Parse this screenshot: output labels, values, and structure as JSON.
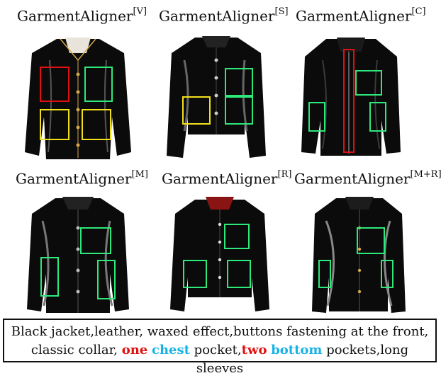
{
  "panels": [
    {
      "name": "GarmentAligner",
      "sup": "[V]"
    },
    {
      "name": "GarmentAligner",
      "sup": "[S]"
    },
    {
      "name": "GarmentAligner",
      "sup": "[C]"
    },
    {
      "name": "GarmentAligner",
      "sup": "[M]"
    },
    {
      "name": "GarmentAligner",
      "sup": "[R]"
    },
    {
      "name": "GarmentAligner",
      "sup": "[M+R]"
    }
  ],
  "caption": {
    "line1": "Black jacket,leather, waxed effect,buttons fastening at the front,",
    "l2_a": "classic collar, ",
    "l2_one": "one",
    "l2_chest": "chest",
    "l2_b": " pocket,",
    "l2_two": "two",
    "l2_bottom": "bottom",
    "l2_c": " pockets,long sleeves"
  },
  "colors": {
    "box_green": "#2ee87a",
    "box_yellow": "#f2e01a",
    "box_red": "#e01010",
    "jacket": "#0b0b0b"
  }
}
